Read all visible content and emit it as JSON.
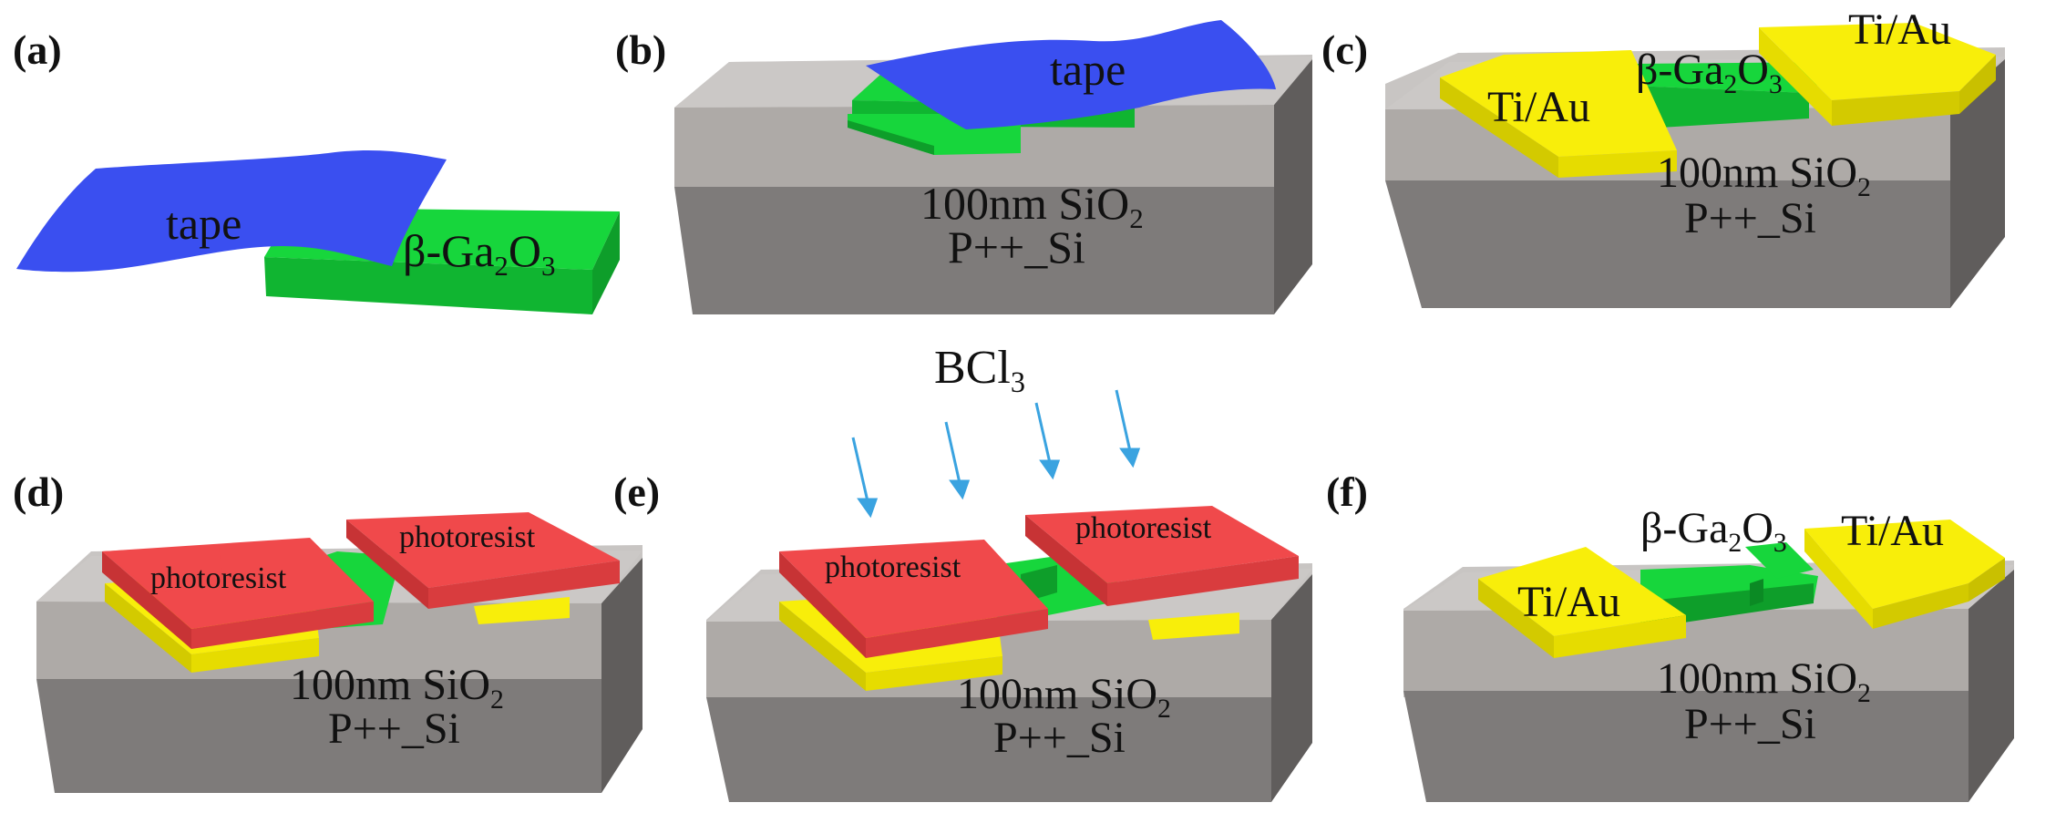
{
  "panels": {
    "a": {
      "label": "(a)",
      "tape": "tape",
      "material": {
        "main": "β-Ga",
        "sub1": "2",
        "mid": "O",
        "sub2": "3"
      }
    },
    "b": {
      "label": "(b)",
      "tape": "tape",
      "oxide": {
        "main": "100nm SiO",
        "sub": "2"
      },
      "substrate": "P++_Si"
    },
    "c": {
      "label": "(c)",
      "contact_left": "Ti/Au",
      "contact_right": "Ti/Au",
      "material": {
        "main": "β-Ga",
        "sub1": "2",
        "mid": "O",
        "sub2": "3"
      },
      "oxide": {
        "main": "100nm SiO",
        "sub": "2"
      },
      "substrate": "P++_Si"
    },
    "d": {
      "label": "(d)",
      "resist_left": "photoresist",
      "resist_right": "photoresist",
      "oxide": {
        "main": "100nm SiO",
        "sub": "2"
      },
      "substrate": "P++_Si"
    },
    "e": {
      "label": "(e)",
      "gas": {
        "main": "BCl",
        "sub": "3"
      },
      "resist_left": "photoresist",
      "resist_right": "photoresist",
      "oxide": {
        "main": "100nm SiO",
        "sub": "2"
      },
      "substrate": "P++_Si"
    },
    "f": {
      "label": "(f)",
      "contact_left": "Ti/Au",
      "contact_right": "Ti/Au",
      "material": {
        "main": "β-Ga",
        "sub1": "2",
        "mid": "O",
        "sub2": "3"
      },
      "oxide": {
        "main": "100nm SiO",
        "sub": "2"
      },
      "substrate": "P++_Si"
    }
  },
  "colors": {
    "tape": "#3a4ff0",
    "ga2o3": "#17d63c",
    "ga2o3_dark": "#0e9e2a",
    "sio2_top": "#c8c5c3",
    "sio2_side": "#aeaaa7",
    "si_side": "#797675",
    "si_right": "#5e5b5a",
    "metal": "#f8ee0a",
    "metal_dark": "#c9c000",
    "resist": "#f0494b",
    "resist_dark": "#c73335",
    "arrow": "#3aa3e0"
  }
}
